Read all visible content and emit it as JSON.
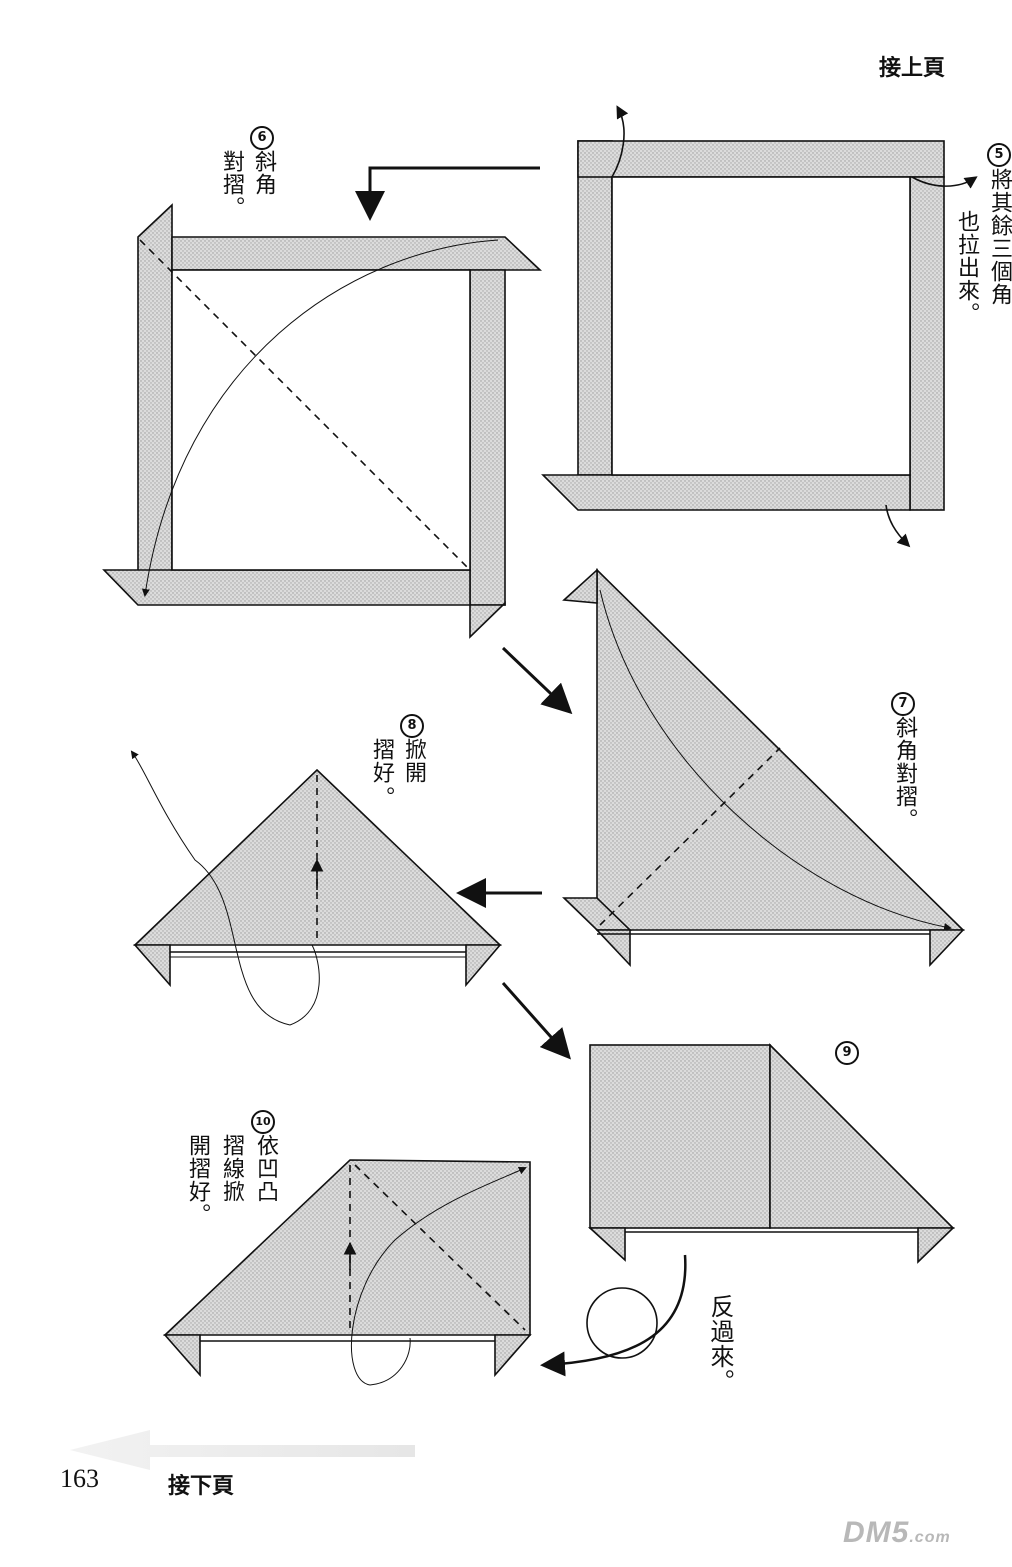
{
  "header": {
    "continued_from": "接上頁"
  },
  "footer": {
    "continued_to": "接下頁",
    "page_number": "163"
  },
  "watermark": {
    "text": "DM5",
    "suffix": ".com"
  },
  "steps": [
    {
      "num": "5",
      "cols": [
        "將其餘三個角",
        "也拉出來。"
      ]
    },
    {
      "num": "6",
      "cols": [
        "斜角",
        "對摺",
        "。"
      ]
    },
    {
      "num": "7",
      "cols": [
        "斜角對摺。"
      ]
    },
    {
      "num": "8",
      "cols": [
        "掀開",
        "摺好",
        "。"
      ]
    },
    {
      "num": "9",
      "cols": []
    },
    {
      "num": "10",
      "cols": [
        "依凹凸",
        "摺線掀",
        "開摺好。"
      ]
    }
  ],
  "flip_instruction": "反過來。",
  "colors": {
    "paper_fill": "#d6d6d6",
    "line": "#111111",
    "page": "#ffffff",
    "watermark": "#b8b8b8"
  }
}
